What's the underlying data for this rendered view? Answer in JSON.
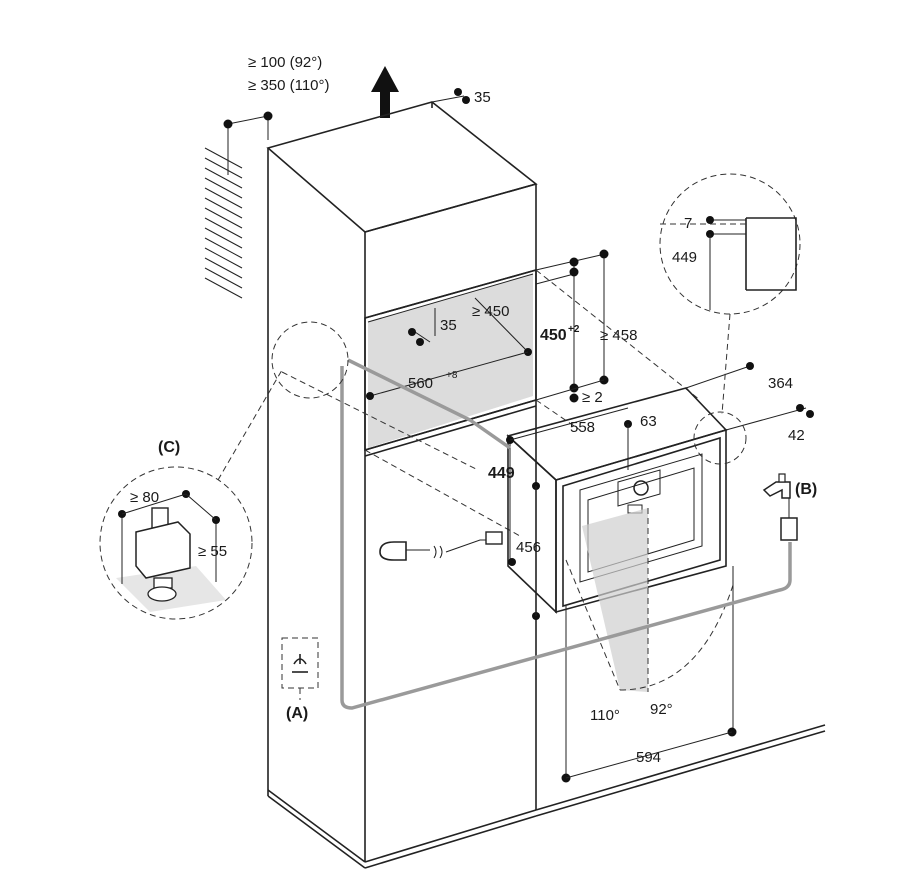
{
  "labels": {
    "top_clearance_92": "≥ 100 (92°)",
    "top_clearance_110": "≥ 350 (110°)",
    "back_gap": "35",
    "niche_depth_35": "35",
    "niche_depth_450": "≥ 450",
    "niche_height": "450",
    "niche_height_sup": "+2",
    "niche_height_min": "≥ 458",
    "niche_width": "560",
    "niche_width_sup": "+8",
    "min_gap": "≥ 2",
    "depth_364": "364",
    "front_42": "42",
    "width_558": "558",
    "top_63": "63",
    "height_449": "449",
    "height_456": "456",
    "front_width": "594",
    "angle_110": "110°",
    "angle_92": "92°",
    "detail_7": "7",
    "detail_449": "449",
    "c_80": "≥ 80",
    "c_55": "≥ 55",
    "label_a": "(A)",
    "label_b": "(B)",
    "label_c": "(C)"
  }
}
